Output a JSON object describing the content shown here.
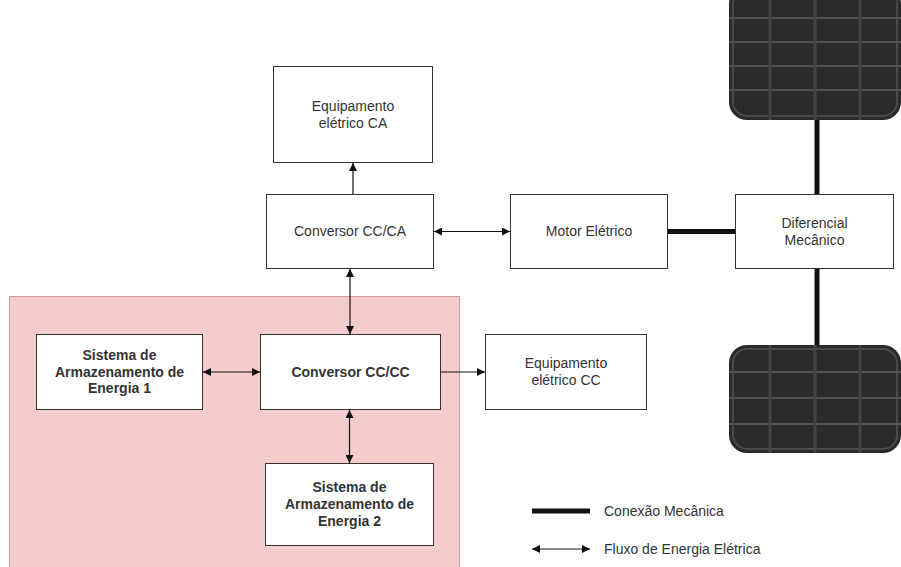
{
  "diagram": {
    "nodes": [
      {
        "text": [
          "Equipamento elétrico CA"
        ]
      },
      {
        "text": [
          "Conversor CC/CA"
        ]
      },
      {
        "text": [
          "Motor Elétrico"
        ]
      },
      {
        "text": [
          "Diferencial Mecânico"
        ]
      },
      {
        "text": [
          "Sistema de Armazenamento de Energia 1"
        ]
      },
      {
        "text": [
          "Conversor CC/CC"
        ]
      },
      {
        "text": [
          "Equipamento elétrico CC"
        ]
      },
      {
        "text": [
          "Sistema de Armazenamento de Energia 2"
        ]
      }
    ],
    "edges": [
      {
        "from": 1,
        "to": 0,
        "arrow": "to"
      },
      {
        "from": 1,
        "to": 2,
        "arrow": "both"
      },
      {
        "from": 2,
        "to": 3,
        "arrow": "none"
      },
      {
        "from": 5,
        "to": 1,
        "arrow": "both"
      },
      {
        "from": 4,
        "to": 5,
        "arrow": "both"
      },
      {
        "from": 5,
        "to": 6,
        "arrow": "to"
      },
      {
        "from": 5,
        "to": 7,
        "arrow": "both"
      }
    ],
    "legend": [
      {
        "text": "Conexão Mecânica"
      },
      {
        "text": "Fluxo de Energia Elétrica"
      }
    ]
  }
}
